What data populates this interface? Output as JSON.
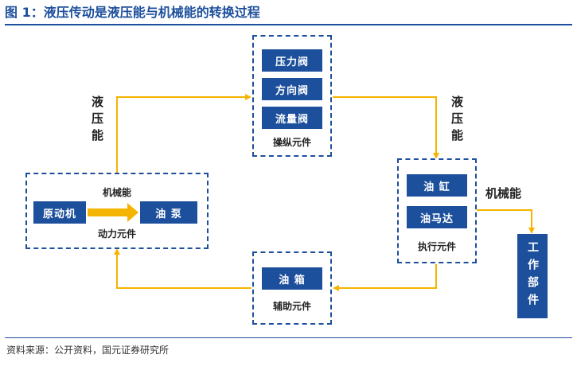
{
  "title": "图 1：液压传动是液压能与机械能的转换过程",
  "footer": "资料来源：公开资料，国元证券研究所",
  "colors": {
    "block": "#1c4f9c",
    "arrow": "#f5b400",
    "title": "#1c4f9c"
  },
  "control_group": {
    "caption": "操纵元件",
    "items": [
      "压力阀",
      "方向阀",
      "流量阀"
    ]
  },
  "power_group": {
    "caption": "动力元件",
    "source": "原动机",
    "pump": "油  泵",
    "arrow_label": "机械能"
  },
  "actuator_group": {
    "caption": "执行元件",
    "items": [
      "油  缸",
      "油马达"
    ]
  },
  "aux_group": {
    "caption": "辅助元件",
    "item": "油  箱"
  },
  "work_part": "工作部件",
  "labels": {
    "left_hydraulic": "液压能",
    "right_hydraulic": "液压能",
    "mechanical": "机械能"
  }
}
